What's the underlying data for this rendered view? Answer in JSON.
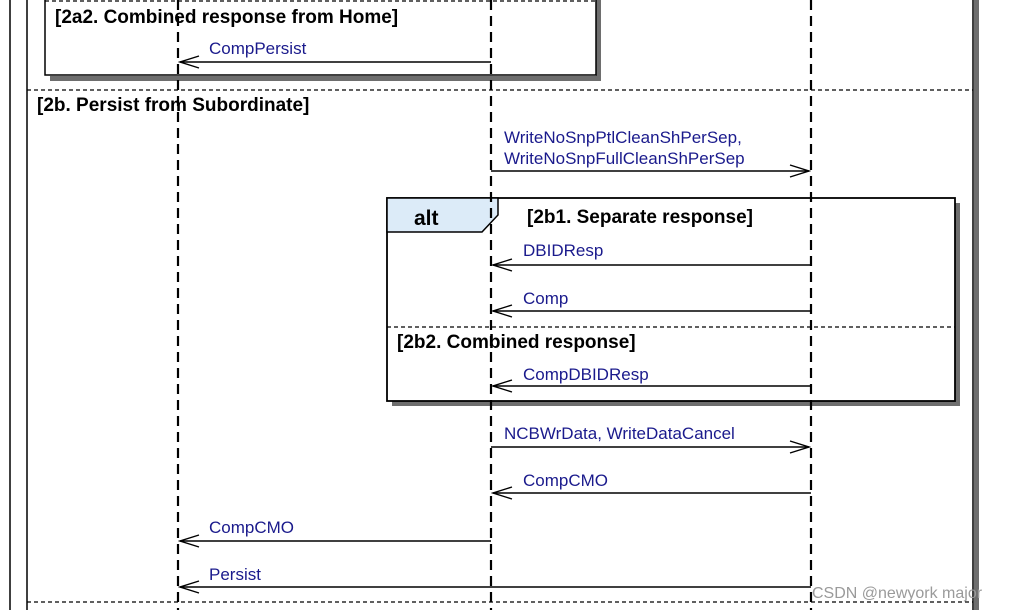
{
  "fragments": {
    "section_2a2": "[2a2. Combined response from Home]",
    "section_2b": "[2b. Persist from Subordinate]",
    "section_2b1": "[2b1. Separate response]",
    "section_2b2": "[2b2. Combined response]",
    "alt_keyword": "alt"
  },
  "messages": {
    "m1": "CompPersist",
    "m2_line1": "WriteNoSnpPtlCleanShPerSep,",
    "m2_line2": "WriteNoSnpFullCleanShPerSep",
    "m3": "DBIDResp",
    "m4": "Comp",
    "m5": "CompDBIDResp",
    "m6": "NCBWrData, WriteDataCancel",
    "m7": "CompCMO",
    "m8": "CompCMO",
    "m9": "Persist"
  },
  "watermark": "CSDN @newyork major",
  "colors": {
    "message_text": "#1a1a8c",
    "alt_tab_fill": "#dcebf8",
    "frame_shadow": "#6e6e6e"
  }
}
